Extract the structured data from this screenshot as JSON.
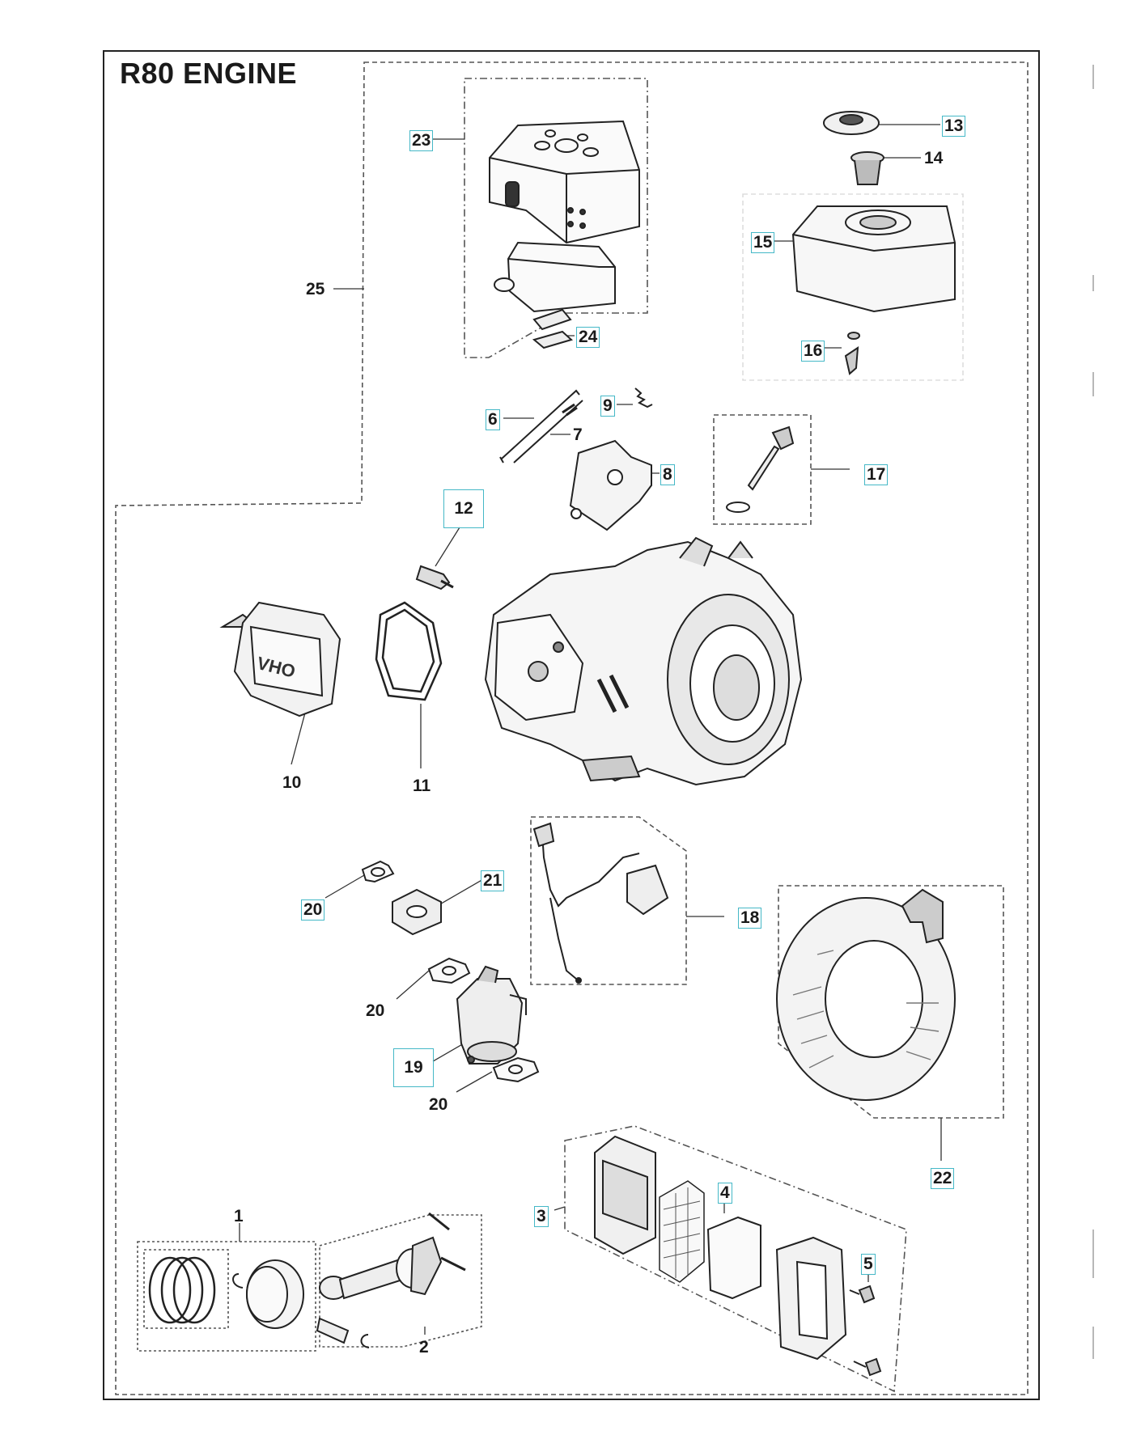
{
  "title": "R80 ENGINE",
  "callouts": {
    "c1": "1",
    "c2": "2",
    "c3": "3",
    "c4": "4",
    "c5": "5",
    "c6": "6",
    "c7": "7",
    "c8": "8",
    "c9": "9",
    "c10": "10",
    "c11": "11",
    "c12": "12",
    "c13": "13",
    "c14": "14",
    "c15": "15",
    "c16": "16",
    "c17": "17",
    "c18": "18",
    "c19": "19",
    "c20a": "20",
    "c20b": "20",
    "c20c": "20",
    "c21": "21",
    "c22": "22",
    "c23": "23",
    "c24": "24",
    "c25": "25"
  },
  "colors": {
    "ink": "#1a1a1a",
    "callout_box": "#45b8c7",
    "dashed": "#555555"
  }
}
